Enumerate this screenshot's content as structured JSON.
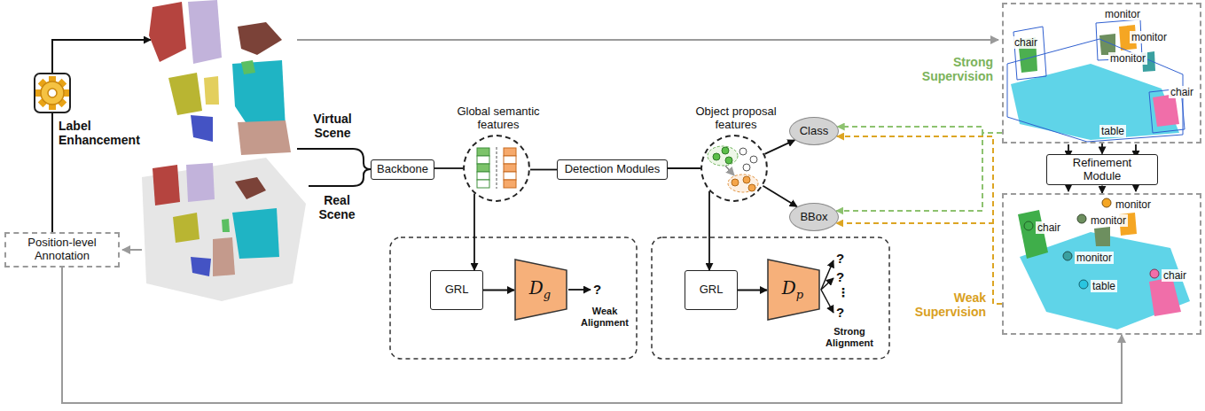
{
  "diagram": {
    "nodes": [
      {
        "text": [
          "Label Enhancement"
        ]
      },
      {
        "text": [
          "Position-level Annotation"
        ]
      },
      {
        "text": [
          "Backbone"
        ]
      },
      {
        "text": [
          "Global semantic features"
        ]
      },
      {
        "text": [
          "Detection Modules"
        ]
      },
      {
        "text": [
          "Object proposal features"
        ]
      },
      {
        "text": [
          "Class"
        ]
      },
      {
        "text": [
          "BBox"
        ]
      },
      {
        "text": [
          "GRL"
        ]
      },
      {
        "text": [
          "Dg"
        ]
      },
      {
        "text": [
          "GRL"
        ]
      },
      {
        "text": [
          "Dp"
        ]
      },
      {
        "text": [
          "chair",
          "monitor",
          "monitor",
          "monitor",
          "chair",
          "table"
        ]
      },
      {
        "text": [
          "Refinement Module"
        ]
      },
      {
        "text": [
          "monitor",
          "chair",
          "monitor",
          "monitor",
          "table",
          "chair"
        ]
      }
    ],
    "edges": [
      {
        "from": 1,
        "to": 0,
        "arrow": "none"
      },
      {
        "from": 2,
        "to": 3,
        "arrow": "none"
      },
      {
        "from": 3,
        "to": 4,
        "arrow": "none"
      },
      {
        "from": 4,
        "to": 5,
        "arrow": "none"
      },
      {
        "from": 5,
        "to": 6,
        "arrow": "to"
      },
      {
        "from": 5,
        "to": 7,
        "arrow": "to"
      },
      {
        "from": 3,
        "to": 8,
        "arrow": "to"
      },
      {
        "from": 8,
        "to": 9,
        "arrow": "to"
      },
      {
        "from": 5,
        "to": 10,
        "arrow": "to"
      },
      {
        "from": 10,
        "to": 11,
        "arrow": "to"
      },
      {
        "from": 12,
        "to": 6,
        "arrow": "to"
      },
      {
        "from": 12,
        "to": 7,
        "arrow": "to"
      },
      {
        "from": 14,
        "to": 6,
        "arrow": "to"
      },
      {
        "from": 14,
        "to": 7,
        "arrow": "to"
      },
      {
        "from": 12,
        "to": 13,
        "arrow": "to"
      },
      {
        "from": 13,
        "to": 14,
        "arrow": "to"
      },
      {
        "from": 1,
        "to": 14,
        "arrow": "to"
      }
    ],
    "labels": [
      "Virtual Scene",
      "Real Scene",
      "?",
      "Weak Alignment",
      "?",
      "?",
      "⋮",
      "?",
      "Strong Alignment",
      "Strong Supervision",
      "Weak Supervision"
    ]
  }
}
